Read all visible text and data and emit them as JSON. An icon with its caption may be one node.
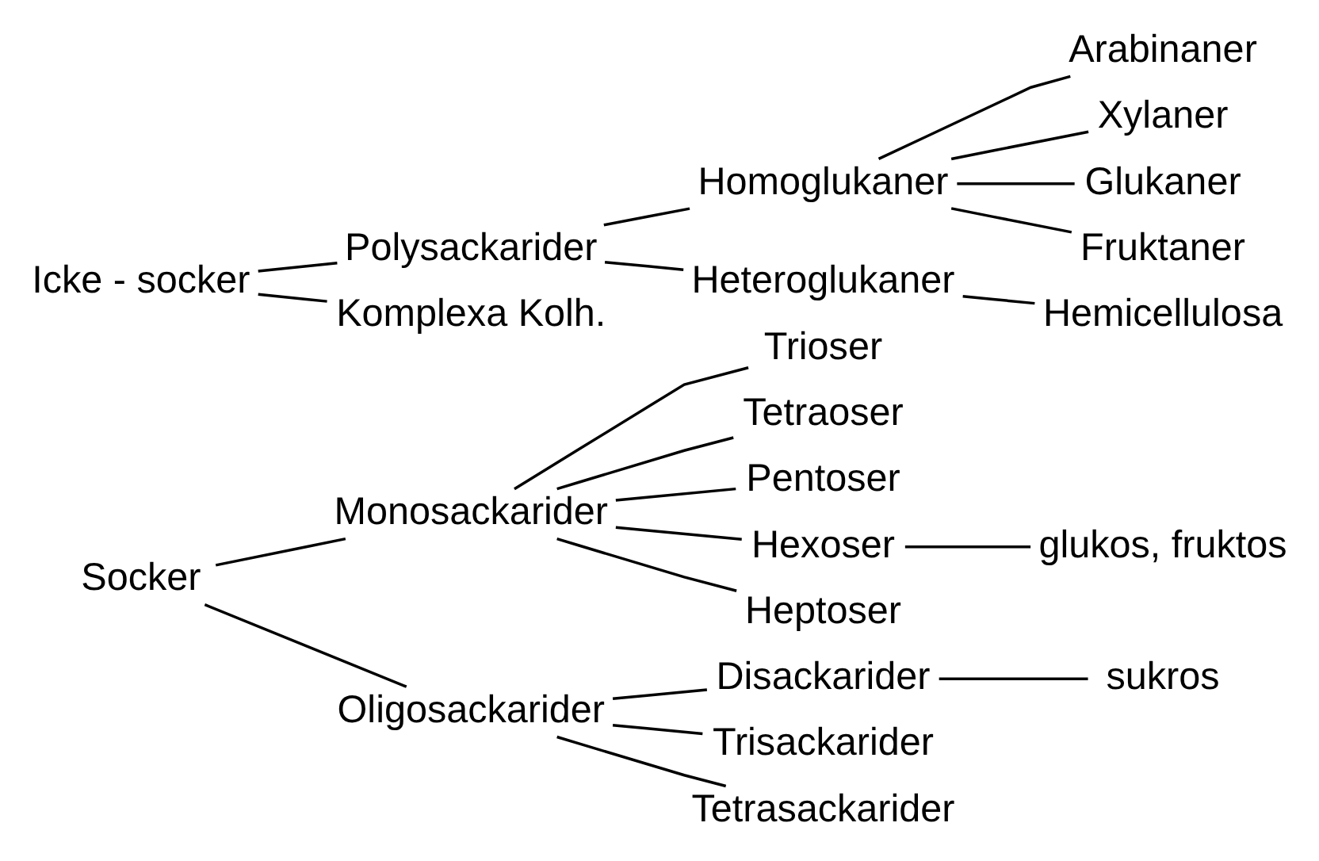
{
  "diagram": {
    "nodes": [
      {
        "text": [
          "Socker"
        ]
      },
      {
        "text": [
          "Monosackarider"
        ]
      },
      {
        "text": [
          "Trioser"
        ]
      },
      {
        "text": [
          "Tetraoser"
        ]
      },
      {
        "text": [
          "Pentoser"
        ]
      },
      {
        "text": [
          "Hexoser"
        ]
      },
      {
        "text": [
          "glukos, fruktos"
        ]
      },
      {
        "text": [
          "Heptoser"
        ]
      },
      {
        "text": [
          "Oligosackarider"
        ]
      },
      {
        "text": [
          "Disackarider"
        ]
      },
      {
        "text": [
          "sukros"
        ]
      },
      {
        "text": [
          "Trisackarider"
        ]
      },
      {
        "text": [
          "Tetrasackarider"
        ]
      },
      {
        "text": [
          "Icke - socker"
        ]
      },
      {
        "text": [
          "Polysackarider"
        ]
      },
      {
        "text": [
          "Homoglukaner"
        ]
      },
      {
        "text": [
          "Arabinaner"
        ]
      },
      {
        "text": [
          "Xylaner"
        ]
      },
      {
        "text": [
          "Glukaner"
        ]
      },
      {
        "text": [
          "Fruktaner"
        ]
      },
      {
        "text": [
          "Heteroglukaner"
        ]
      },
      {
        "text": [
          "Hemicellulosa"
        ]
      },
      {
        "text": [
          "Komplexa Kolh."
        ]
      }
    ],
    "edges": [
      {
        "from": 0,
        "to": 1,
        "arrow": "none"
      },
      {
        "from": 0,
        "to": 8,
        "arrow": "none"
      },
      {
        "from": 1,
        "to": 2,
        "arrow": "none"
      },
      {
        "from": 1,
        "to": 3,
        "arrow": "none"
      },
      {
        "from": 1,
        "to": 4,
        "arrow": "none"
      },
      {
        "from": 1,
        "to": 5,
        "arrow": "none"
      },
      {
        "from": 1,
        "to": 7,
        "arrow": "none"
      },
      {
        "from": 5,
        "to": 6,
        "arrow": "none"
      },
      {
        "from": 8,
        "to": 9,
        "arrow": "none"
      },
      {
        "from": 8,
        "to": 11,
        "arrow": "none"
      },
      {
        "from": 8,
        "to": 12,
        "arrow": "none"
      },
      {
        "from": 9,
        "to": 10,
        "arrow": "none"
      },
      {
        "from": 13,
        "to": 14,
        "arrow": "none"
      },
      {
        "from": 13,
        "to": 22,
        "arrow": "none"
      },
      {
        "from": 14,
        "to": 15,
        "arrow": "none"
      },
      {
        "from": 14,
        "to": 20,
        "arrow": "none"
      },
      {
        "from": 15,
        "to": 16,
        "arrow": "none"
      },
      {
        "from": 15,
        "to": 17,
        "arrow": "none"
      },
      {
        "from": 15,
        "to": 18,
        "arrow": "none"
      },
      {
        "from": 15,
        "to": 19,
        "arrow": "none"
      },
      {
        "from": 20,
        "to": 21,
        "arrow": "none"
      }
    ]
  }
}
